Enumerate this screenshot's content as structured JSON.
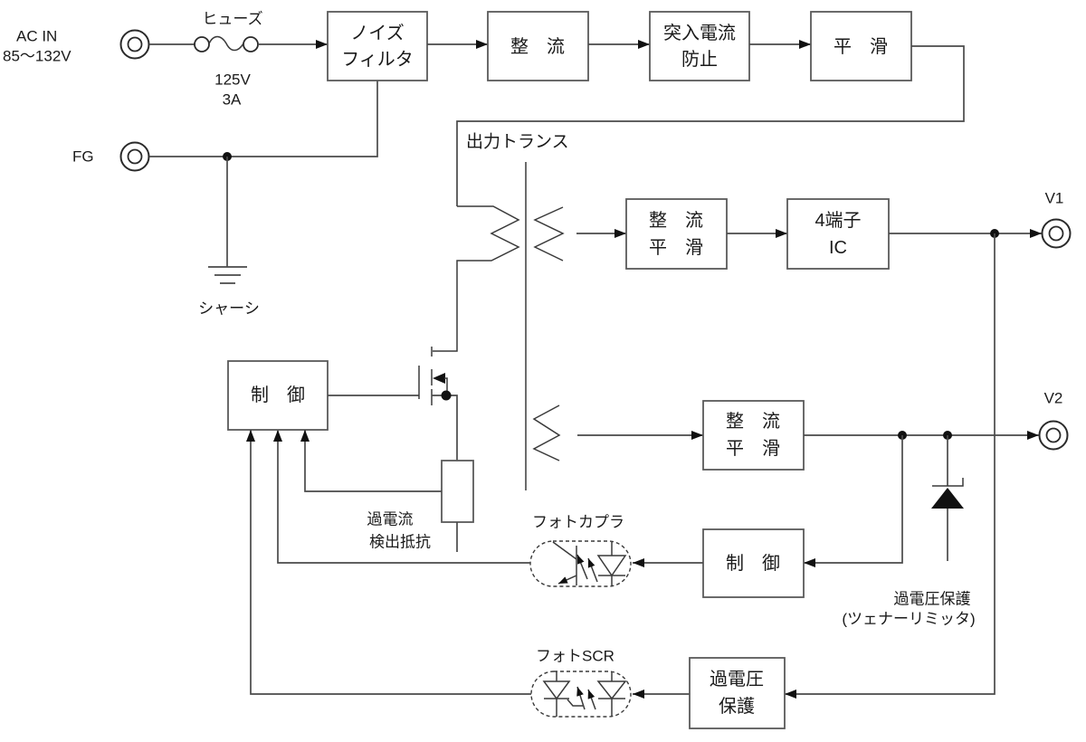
{
  "colors": {
    "background": "#ffffff",
    "wire": "#4a4a4a",
    "box_border": "#5a5a5a",
    "text": "#1a1a1a"
  },
  "input": {
    "ac_label_line1": "AC IN",
    "ac_label_line2": "85〜132V",
    "fg_label": "FG",
    "chassis_label": "シャーシ"
  },
  "fuse": {
    "label": "ヒューズ",
    "rating_voltage": "125V",
    "rating_current": "3A"
  },
  "transformer": {
    "label": "出力トランス"
  },
  "blocks": {
    "noise_filter": {
      "line1": "ノイズ",
      "line2": "フィルタ"
    },
    "rectifier": {
      "label": "整　流"
    },
    "inrush": {
      "line1": "突入電流",
      "line2": "防止"
    },
    "smoothing": {
      "label": "平　滑"
    },
    "rect_smooth_v1": {
      "line1": "整　流",
      "line2": "平　滑"
    },
    "ic_4pin": {
      "line1": "4端子",
      "line2": "IC"
    },
    "control_primary": {
      "label": "制　御"
    },
    "rect_smooth_v2": {
      "line1": "整　流",
      "line2": "平　滑"
    },
    "control_secondary": {
      "label": "制　御"
    },
    "ovp_block": {
      "line1": "過電圧",
      "line2": "保護"
    }
  },
  "sense_resistor": {
    "line1": "過電流",
    "line2": "検出抵抗"
  },
  "photocoupler": {
    "label": "フォトカプラ"
  },
  "photo_scr": {
    "label": "フォトSCR"
  },
  "zener_note": {
    "line1": "過電圧保護",
    "line2": "(ツェナーリミッタ)"
  },
  "outputs": {
    "v1": "V1",
    "v2": "V2"
  }
}
